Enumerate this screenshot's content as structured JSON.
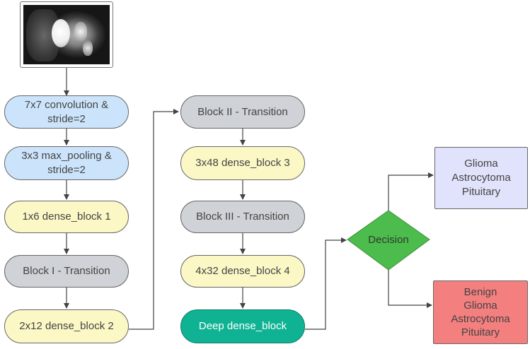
{
  "nodes": {
    "conv": "7x7 convolution &\nstride=2",
    "pool": "3x3 max_pooling &\nstride=2",
    "dense1": "1x6 dense_block 1",
    "trans1": "Block I - Transition",
    "dense2": "2x12 dense_block 2",
    "trans2": "Block II - Transition",
    "dense3": "3x48 dense_block 3",
    "trans3": "Block III - Transition",
    "dense4": "4x32 dense_block 4",
    "deep": "Deep dense_block",
    "decision": "Decision",
    "out_upper": "Glioma\nAstrocytoma\nPituitary",
    "out_lower": "Benign\nGlioma\nAstrocytoma\nPituitary"
  },
  "colors": {
    "blue": "#cce4fb",
    "yellow": "#fbf8c6",
    "gray": "#cfd2d6",
    "teal": "#0fb393",
    "decision_green": "#4cbc4c",
    "lavender": "#e1e2fb",
    "red": "#f47f7f",
    "line": "#444444"
  }
}
